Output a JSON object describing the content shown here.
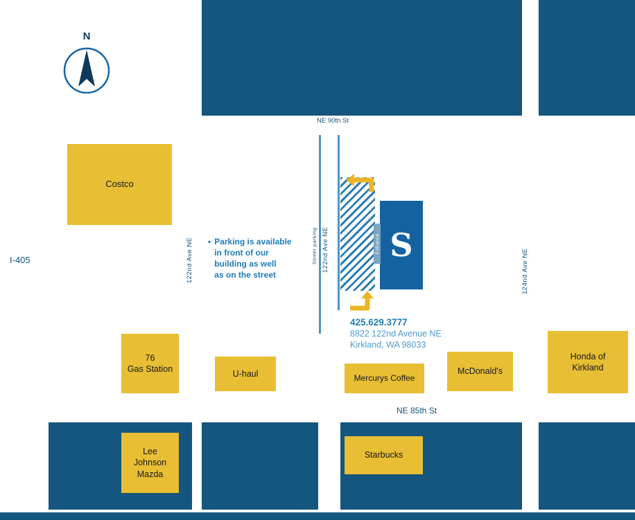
{
  "compass": {
    "north": "N"
  },
  "highway": {
    "label": "I-405"
  },
  "streets": {
    "ne_90th": "NE 90th St",
    "ne_85th": "NE 85th St",
    "ave_122_west": "122nd Ave NE",
    "ave_122_east": "122nd Ave NE",
    "street_parking": "Street parking",
    "ave_124": "124nd Ave NE"
  },
  "note": {
    "bullet": "•",
    "text": "Parking is available\nin front of our\nbuilding as well\nas on the street"
  },
  "contact": {
    "phone": "425.629.3777",
    "address_line1": "8822 122nd Avenue NE",
    "address_line2": "Kirkland, WA 98033"
  },
  "building": {
    "logo_letter": "S",
    "entrance_label": "Entrance"
  },
  "landmarks": [
    {
      "name": "Costco"
    },
    {
      "name": "76\nGas Station"
    },
    {
      "name": "U-haul"
    },
    {
      "name": "Mercurys Coffee"
    },
    {
      "name": "McDonald's"
    },
    {
      "name": "Honda of\nKirkland"
    },
    {
      "name": "Lee\nJohnson\nMazda"
    },
    {
      "name": "Starbucks"
    }
  ],
  "colors": {
    "block_blue": "#14567D",
    "building_blue": "#1463A0",
    "landmark_yellow": "#E8BE34",
    "arrow_yellow": "#EBB525",
    "note_blue": "#1E7DB9",
    "light_blue": "#4D9CD3"
  }
}
